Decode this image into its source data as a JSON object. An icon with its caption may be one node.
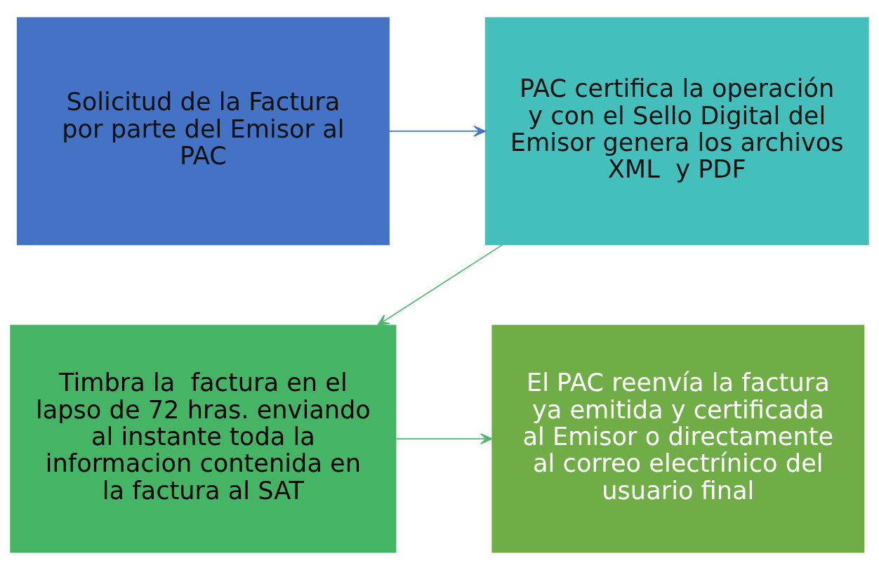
{
  "diagram": {
    "nodes": [
      {
        "text": [
          "Solicitud de la Factura por parte del Emisor al PAC"
        ]
      },
      {
        "text": [
          "PAC certifica la operación y con el Sello Digital del Emisor genera los archivos XML  y PDF"
        ]
      },
      {
        "text": [
          "Timbra la  factura en el lapso de 72 hras. enviando al instante toda la informacion contenida en la factura al SAT"
        ]
      },
      {
        "text": [
          "El PAC reenvía la factura ya emitida y certificada al Emisor o directamente al correo electrínico del usuario final"
        ]
      }
    ],
    "edges": [
      {
        "from": 0,
        "to": 1,
        "arrow": "to",
        "color": "#4472c4"
      },
      {
        "from": 1,
        "to": 2,
        "arrow": "to",
        "color": "#4fb870"
      },
      {
        "from": 2,
        "to": 3,
        "arrow": "to",
        "color": "#4fb870"
      }
    ]
  }
}
